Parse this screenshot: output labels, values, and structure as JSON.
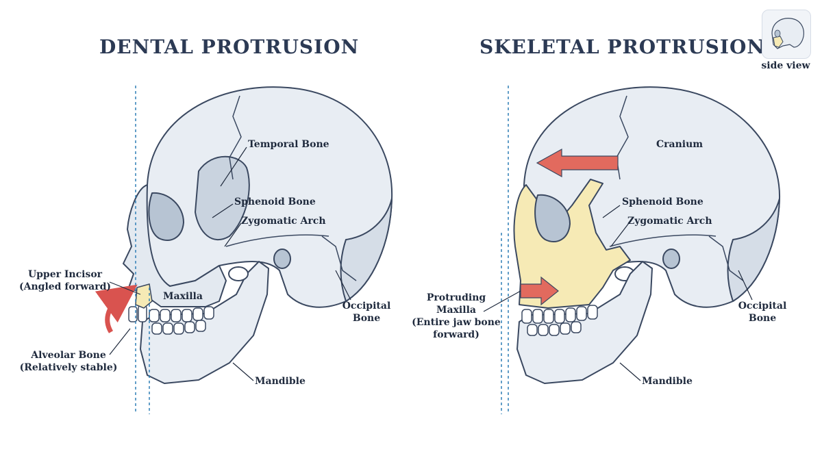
{
  "left_panel": {
    "title": "DENTAL PROTRUSION",
    "labels": {
      "temporal_bone": "Temporal Bone",
      "sphenoid_bone": "Sphenoid Bone",
      "zygomatic_arch": "Zygomatic Arch",
      "maxilla": "Maxilla",
      "occipital_bone_line1": "Occipital",
      "occipital_bone_line2": "Bone",
      "mandible": "Mandible",
      "upper_incisor_line1": "Upper Incisor",
      "upper_incisor_line2": "(Angled forward)",
      "alveolar_bone_line1": "Alveolar Bone",
      "alveolar_bone_line2": "(Relatively stable)"
    }
  },
  "right_panel": {
    "title": "SKELETAL PROTRUSION",
    "labels": {
      "cranium": "Cranium",
      "sphenoid_bone": "Sphenoid Bone",
      "zygomatic_arch": "Zygomatic Arch",
      "occipital_bone_line1": "Occipital",
      "occipital_bone_line2": "Bone",
      "mandible": "Mandible",
      "protruding_line1": "Protruding",
      "protruding_line2": "Maxilla",
      "protruding_line3": "(Entire jaw bone",
      "protruding_line4": "forward)"
    }
  },
  "thumbnail": {
    "label": "side view"
  },
  "colors": {
    "bone": "#e8edf3",
    "bone_shadow": "#c9d3df",
    "outline": "#3a4860",
    "highlight": "#f6eab5",
    "arrow": "#d9534f",
    "guide": "#2f7fb5"
  }
}
